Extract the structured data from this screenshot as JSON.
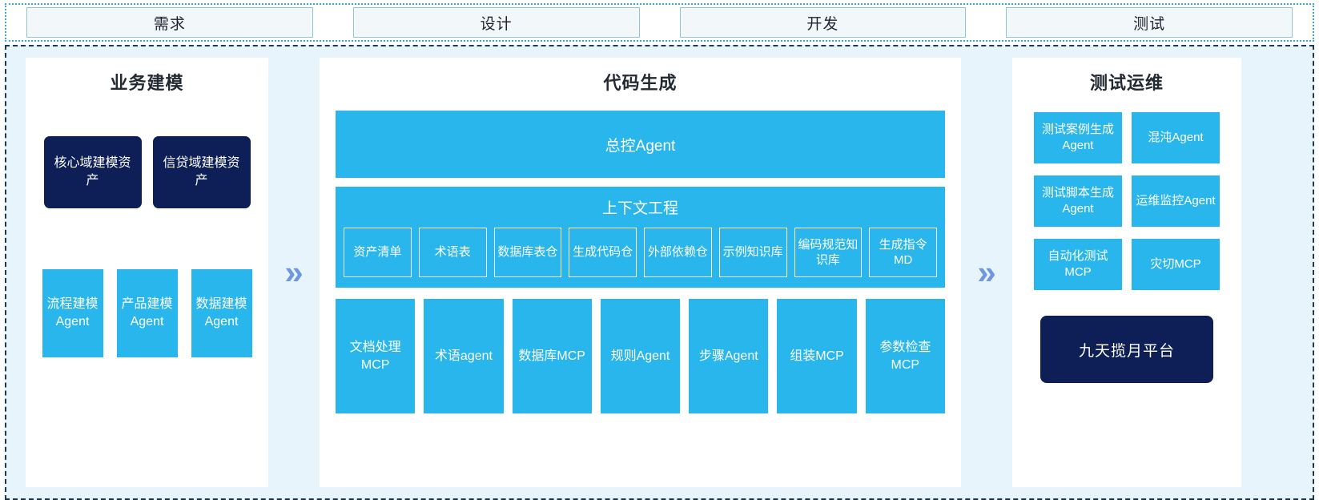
{
  "phases": {
    "tabs": [
      {
        "label": "需求"
      },
      {
        "label": "设计"
      },
      {
        "label": "开发"
      },
      {
        "label": "测试"
      }
    ]
  },
  "separators": {
    "chevron_glyph": "»"
  },
  "colors": {
    "cyan": "#29b6ec",
    "navy": "#0d1f56",
    "board_bg": "#e8f4fc",
    "chevron": "#6f96e0",
    "tab_bg": "#f2f7fa",
    "tab_border": "#8fc4da",
    "board_border": "#1c3a52",
    "phase_border": "#3aa8d8"
  },
  "left_panel": {
    "title": "业务建模",
    "assets": [
      {
        "label": "核心域建模资产"
      },
      {
        "label": "信贷域建模资产"
      }
    ],
    "agents": [
      {
        "label": "流程建模Agent"
      },
      {
        "label": "产品建模Agent"
      },
      {
        "label": "数据建模Agent"
      }
    ]
  },
  "center_panel": {
    "title": "代码生成",
    "master_agent": "总控Agent",
    "context_engineering": {
      "title": "上下文工程",
      "boxes": [
        {
          "label": "资产清单"
        },
        {
          "label": "术语表"
        },
        {
          "label": "数据库表仓"
        },
        {
          "label": "生成代码仓"
        },
        {
          "label": "外部依赖仓"
        },
        {
          "label": "示例知识库"
        },
        {
          "label": "编码规范知识库"
        },
        {
          "label": "生成指令MD"
        }
      ]
    },
    "tools": [
      {
        "label": "文档处理MCP"
      },
      {
        "label": "术语agent"
      },
      {
        "label": "数据库MCP"
      },
      {
        "label": "规则Agent"
      },
      {
        "label": "步骤Agent"
      },
      {
        "label": "组装MCP"
      },
      {
        "label": "参数检查MCP"
      }
    ]
  },
  "right_panel": {
    "title": "测试运维",
    "cards": [
      {
        "label": "测试案例生成Agent"
      },
      {
        "label": "混沌Agent"
      },
      {
        "label": "测试脚本生成Agent"
      },
      {
        "label": "运维监控Agent"
      },
      {
        "label": "自动化测试MCP"
      },
      {
        "label": "灾切MCP"
      }
    ],
    "platform": "九天揽月平台"
  }
}
